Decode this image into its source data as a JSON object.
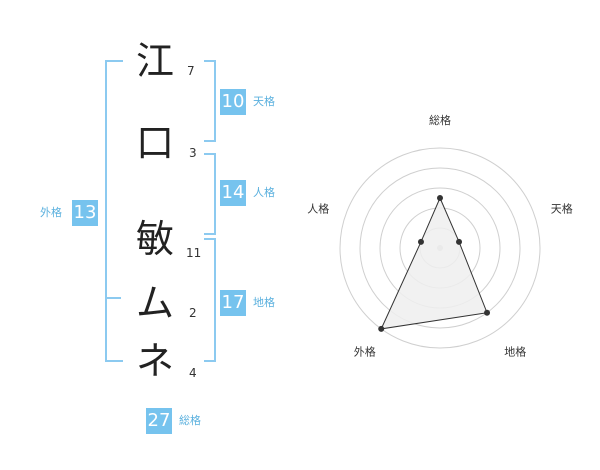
{
  "name": {
    "chars": [
      {
        "char": "江",
        "strokes": "7"
      },
      {
        "char": "口",
        "strokes": "3"
      },
      {
        "char": "敏",
        "strokes": "11"
      },
      {
        "char": "ム",
        "strokes": "2"
      },
      {
        "char": "ネ",
        "strokes": "4"
      }
    ]
  },
  "kaku": {
    "tenkaku": {
      "value": "10",
      "label": "天格"
    },
    "jinkaku": {
      "value": "14",
      "label": "人格"
    },
    "chikaku": {
      "value": "17",
      "label": "地格"
    },
    "gaikaku": {
      "value": "13",
      "label": "外格"
    },
    "soukaku": {
      "value": "27",
      "label": "総格"
    }
  },
  "chart_data": {
    "type": "radar",
    "categories": [
      "総格",
      "天格",
      "地格",
      "外格",
      "人格"
    ],
    "values": [
      2.5,
      1,
      4,
      5,
      1
    ],
    "rmax": 5,
    "rings": 5
  },
  "colors": {
    "accent": "#76c3ee",
    "bracket": "#8ccaf0",
    "fill": "#efefef"
  }
}
